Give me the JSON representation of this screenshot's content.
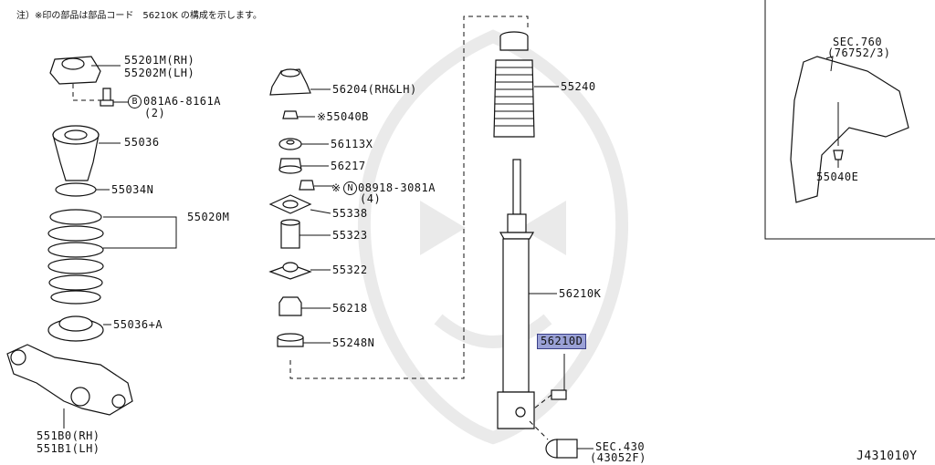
{
  "note": "注）※印の部品は部品コード　56210K の構成を示します。",
  "labels": {
    "p55201": "55201M(RH)",
    "p55202": "55202M(LH)",
    "bolt_code": "081A6-8161A",
    "bolt_qty": "(2)",
    "bolt_symbol": "B",
    "p55036": "55036",
    "p55034": "55034N",
    "p55020": "55020M",
    "p55036a": "55036+A",
    "p551b0": "551B0(RH)",
    "p551b1": "551B1(LH)",
    "p56204": "56204(RH&LH)",
    "p55040b": "※55040B",
    "p56113": "56113X",
    "p56217": "56217",
    "nut_prefix": "※",
    "nut_symbol": "N",
    "nut_code": "08918-3081A",
    "nut_qty": "(4)",
    "p55338": "55338",
    "p55323": "55323",
    "p55322": "55322",
    "p56218": "56218",
    "p55248": "55248N",
    "p55240": "55240",
    "p56210k": "56210K",
    "p56210d": "56210D",
    "sec430": "SEC.430",
    "sec430_sub": "(43052F)",
    "sec760": "SEC.760",
    "sec760_sub": "(76752/3)",
    "p55040e": "55040E",
    "diagram_id": "J431010Y"
  },
  "colors": {
    "highlight": "#9aa1d6",
    "ink": "#111111"
  }
}
